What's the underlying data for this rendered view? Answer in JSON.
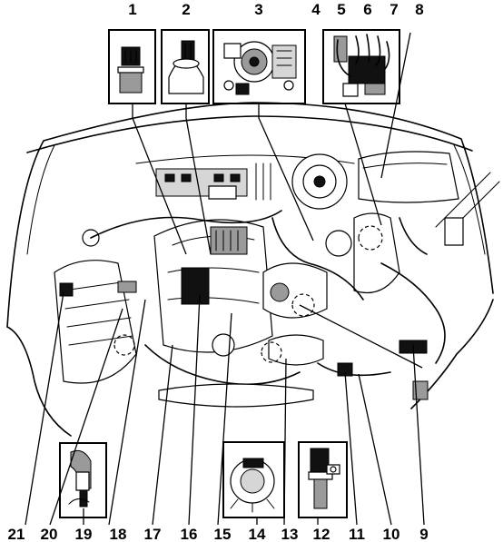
{
  "callouts_top": [
    "1",
    "2",
    "3",
    "4",
    "5",
    "6",
    "7",
    "8"
  ],
  "callouts_bottom": [
    "21",
    "20",
    "19",
    "18",
    "17",
    "16",
    "15",
    "14",
    "13",
    "12",
    "11",
    "10",
    "9"
  ]
}
